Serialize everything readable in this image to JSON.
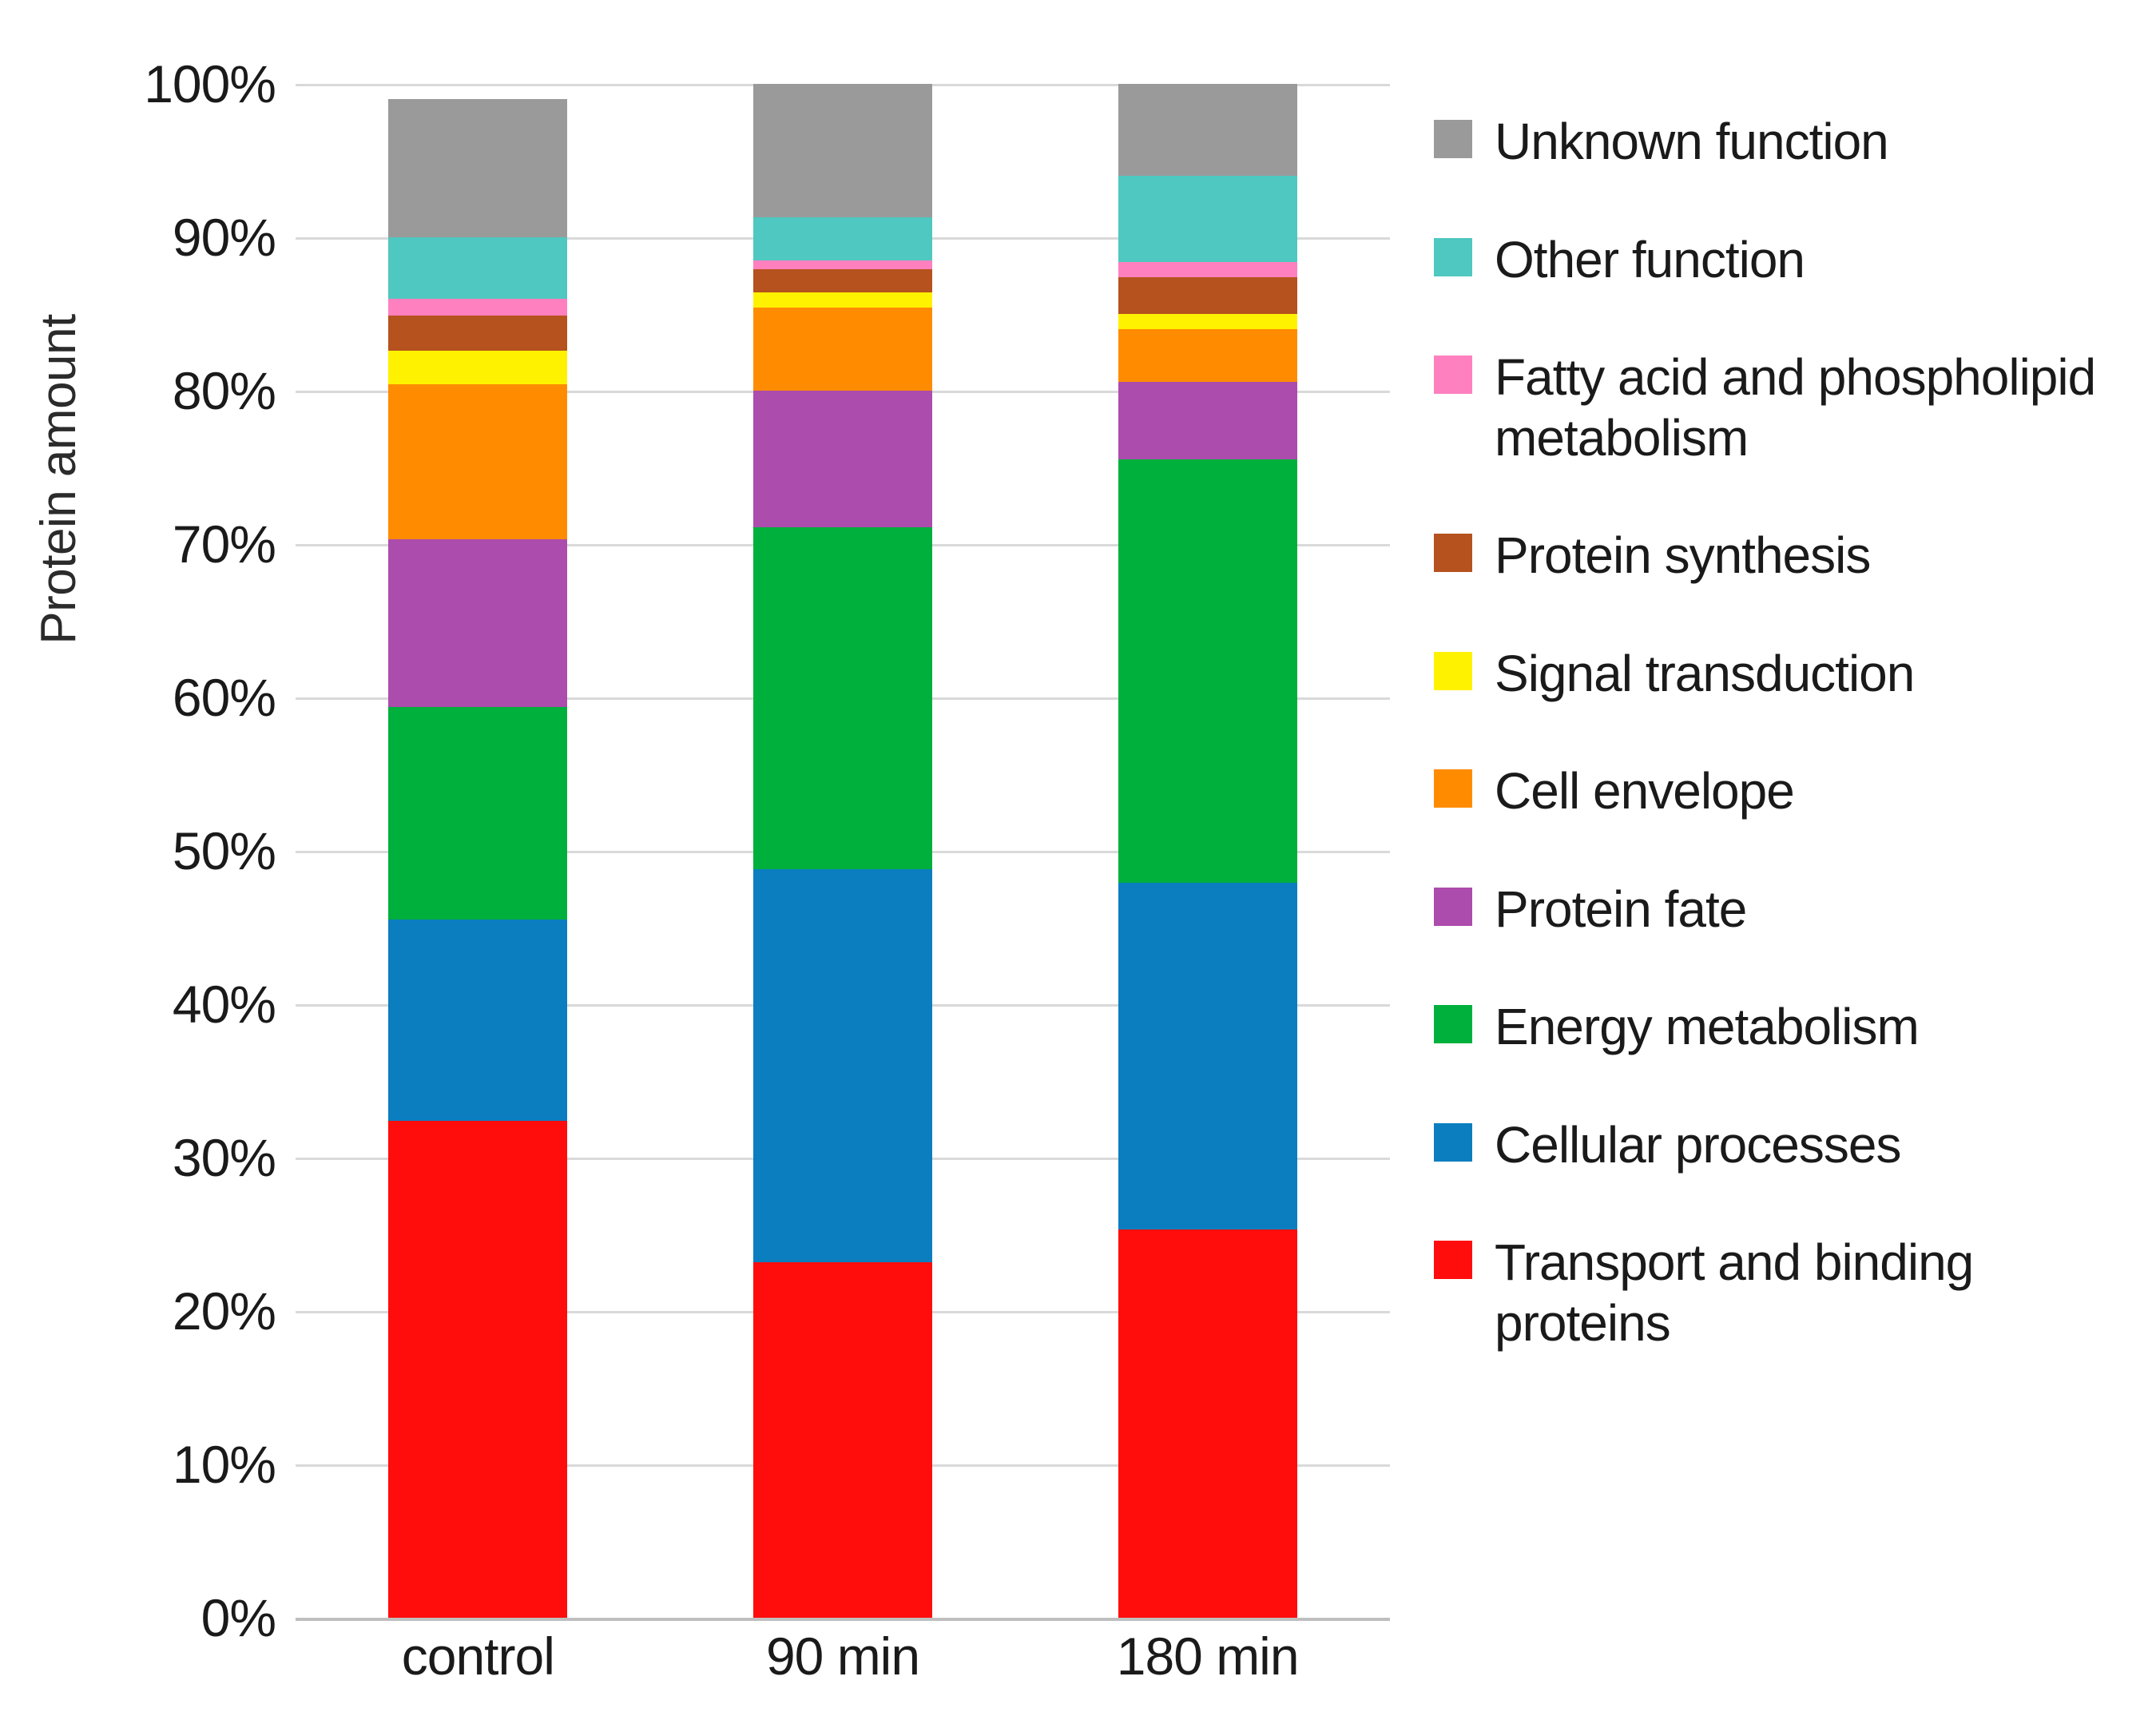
{
  "chart_data": {
    "type": "bar",
    "title": "",
    "subtitle": "",
    "stacked": true,
    "stack_mode": "percent",
    "xlabel": "",
    "ylabel": "Protein amount",
    "categories": [
      "control",
      "90 min",
      "180 min"
    ],
    "ylim": [
      0,
      100
    ],
    "yticks": [
      0,
      10,
      20,
      30,
      40,
      50,
      60,
      70,
      80,
      90,
      100
    ],
    "ytick_labels": [
      "0%",
      "10%",
      "20%",
      "30%",
      "40%",
      "50%",
      "60%",
      "70%",
      "80%",
      "90%",
      "100%"
    ],
    "grid": true,
    "grid_axis": "y",
    "legend_position": "right",
    "legend_order_top_to_bottom": [
      "Unknown function",
      "Other function",
      "Fatty acid and phospholipid metabolism",
      "Protein synthesis",
      "Signal transduction",
      "Cell envelope",
      "Protein fate",
      "Energy metabolism",
      "Cellular processes",
      "Transport and binding proteins"
    ],
    "series": [
      {
        "name": "Transport and binding proteins",
        "color": "#FF0D0D",
        "values": [
          32.4,
          23.2,
          25.3
        ]
      },
      {
        "name": "Cellular processes",
        "color": "#0B7EBF",
        "values": [
          13.1,
          25.6,
          22.6
        ]
      },
      {
        "name": "Energy metabolism",
        "color": "#00B03C",
        "values": [
          13.9,
          22.3,
          27.6
        ]
      },
      {
        "name": "Protein fate",
        "color": "#AC4CAC",
        "values": [
          10.9,
          8.9,
          5.1
        ]
      },
      {
        "name": "Cell envelope",
        "color": "#FF8C00",
        "values": [
          10.1,
          5.4,
          3.4
        ]
      },
      {
        "name": "Signal transduction",
        "color": "#FFF200",
        "values": [
          2.2,
          1.0,
          1.0
        ]
      },
      {
        "name": "Protein synthesis",
        "color": "#B5521E",
        "values": [
          2.3,
          1.5,
          2.4
        ]
      },
      {
        "name": "Fatty acid and phospholipid metabolism",
        "color": "#FF80BF",
        "values": [
          1.1,
          0.6,
          1.0
        ]
      },
      {
        "name": "Other function",
        "color": "#4EC8C0",
        "values": [
          4.0,
          2.8,
          5.6
        ]
      },
      {
        "name": "Unknown function",
        "color": "#9A9A9A",
        "values": [
          9.0,
          8.7,
          6.0
        ]
      }
    ],
    "cumulative_tops": {
      "control": {
        "red": 32.4,
        "blue": 45.5,
        "green": 59.4,
        "purple": 70.3,
        "orange": 80.4,
        "yellow": 82.6,
        "brown": 84.9,
        "pink": 86.0,
        "teal": 90.0,
        "gray": 100
      },
      "90 min": {
        "red": 23.2,
        "blue": 48.8,
        "green": 71.1,
        "purple": 80.0,
        "orange": 85.4,
        "yellow": 86.4,
        "brown": 87.9,
        "pink": 88.5,
        "teal": 91.3,
        "gray": 100
      },
      "180 min": {
        "red": 25.3,
        "blue": 47.9,
        "green": 75.5,
        "purple": 80.6,
        "orange": 84.0,
        "yellow": 85.0,
        "brown": 87.4,
        "pink": 88.4,
        "teal": 94.0,
        "gray": 100
      }
    }
  },
  "legend": {
    "items": [
      {
        "label": "Unknown function",
        "color": "#9A9A9A"
      },
      {
        "label": "Other function",
        "color": "#4EC8C0"
      },
      {
        "label": "Fatty acid and phospholipid metabolism",
        "color": "#FF80BF"
      },
      {
        "label": "Protein synthesis",
        "color": "#B5521E"
      },
      {
        "label": "Signal transduction",
        "color": "#FFF200"
      },
      {
        "label": "Cell envelope",
        "color": "#FF8C00"
      },
      {
        "label": "Protein fate",
        "color": "#AC4CAC"
      },
      {
        "label": "Energy metabolism",
        "color": "#00B03C"
      },
      {
        "label": "Cellular processes",
        "color": "#0B7EBF"
      },
      {
        "label": "Transport and binding proteins",
        "color": "#FF0D0D"
      }
    ]
  },
  "axes": {
    "y_title": "Protein amount"
  },
  "colors": {
    "gridline": "#d9d9d9",
    "text": "#1a1a1a",
    "background": "#ffffff"
  }
}
